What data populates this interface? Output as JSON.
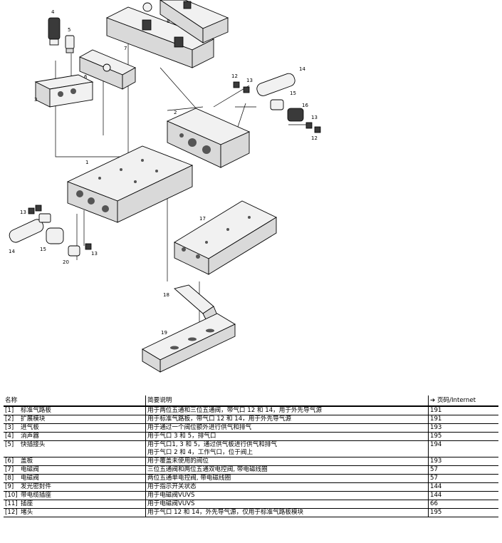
{
  "callouts": [
    "1",
    "2",
    "3",
    "4",
    "5",
    "6",
    "7",
    "8",
    "12",
    "13",
    "14",
    "15",
    "16",
    "13",
    "12",
    "13",
    "14",
    "15",
    "20",
    "13",
    "17",
    "18",
    "19"
  ],
  "table": {
    "headers": {
      "name": "名称",
      "desc": "简要说明",
      "page_arrow": "➔",
      "page": "页码/Internet"
    },
    "rows": [
      {
        "num": "[1]",
        "name": "标准气路板",
        "desc": [
          "用于两位五通和三位五通阀，带气口 12 和 14，用于外先导气源"
        ],
        "page": "191"
      },
      {
        "num": "[2]",
        "name": "扩展模块",
        "desc": [
          "用于标准气路板，带气口 12 和 14，用于外先导气源"
        ],
        "page": "191"
      },
      {
        "num": "[3]",
        "name": "进气板",
        "desc": [
          "用于通过一个阀位额外进行供气和排气"
        ],
        "page": "193"
      },
      {
        "num": "[4]",
        "name": "消声器",
        "desc": [
          "用于气口 3 和 5，排气口"
        ],
        "page": "195"
      },
      {
        "num": "[5]",
        "name": "快插接头",
        "desc": [
          "用于气口1, 3 和 5，通过供气板进行供气和排气",
          "用于气口 2 和 4，工作气口，位于阀上"
        ],
        "page": "194"
      },
      {
        "num": "[6]",
        "name": "盖板",
        "desc": [
          "用于覆盖未使用的阀位"
        ],
        "page": "193"
      },
      {
        "num": "[7]",
        "name": "电磁阀",
        "desc": [
          "三位五通阀和两位五通双电控阀, 带电磁线圈"
        ],
        "page": "57"
      },
      {
        "num": "[8]",
        "name": "电磁阀",
        "desc": [
          "两位五通单电控阀, 带电磁线圈"
        ],
        "page": "57"
      },
      {
        "num": "[9]",
        "name": "发光密封件",
        "desc": [
          "用于指示开关状态"
        ],
        "page": "144"
      },
      {
        "num": "[10]",
        "name": "带电缆插座",
        "desc": [
          "用于电磁阀VUVS"
        ],
        "page": "144"
      },
      {
        "num": "[11]",
        "name": "插座",
        "desc": [
          "用于电磁阀VUVS"
        ],
        "page": "66"
      },
      {
        "num": "[12]",
        "name": "堵头",
        "desc": [
          "用于气口 12 和 14，外先导气源，仅用于标准气路板模块"
        ],
        "page": "195"
      }
    ]
  }
}
